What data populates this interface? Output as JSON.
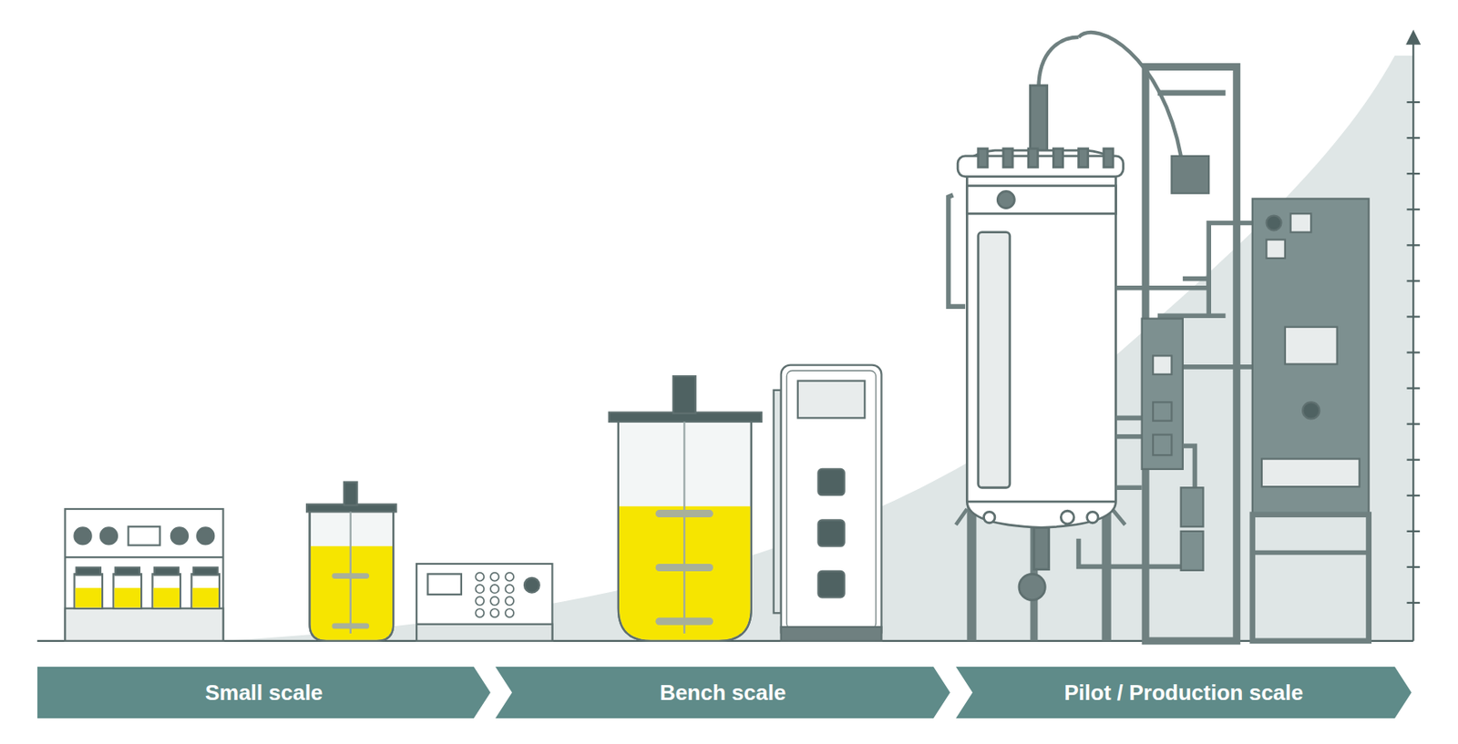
{
  "diagram": {
    "nodes": [
      {
        "text": [
          "Small scale"
        ]
      },
      {
        "text": [
          "Bench scale"
        ]
      },
      {
        "text": [
          "Pilot / Production scale"
        ]
      }
    ]
  }
}
